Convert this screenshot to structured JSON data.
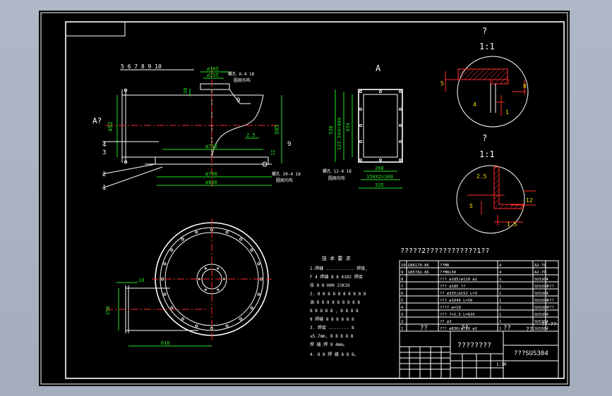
{
  "front_view": {
    "view_arrow": "A?",
    "balloons": "5  6  7  8  9  10",
    "b1": "1",
    "b2": "2",
    "b3": "3",
    "b4": "4",
    "b9": "9",
    "note_top": "螺孔 6-4 18",
    "note_top2": "圆周均布",
    "note_bottom": "螺孔 20-4 18",
    "note_bottom2": "圆周均布",
    "dims": {
      "height_left": "452",
      "height_right": "505",
      "d750": "ø750",
      "d790": "ø790",
      "d830": "ø830",
      "d185": "ø185",
      "d155": "ø155",
      "h50": "50",
      "t25": "2.5",
      "h12": "12"
    }
  },
  "view_a": {
    "title": "A",
    "note": "螺孔 12-4 18",
    "note2": "圆周均布",
    "dims": {
      "h530": "530",
      "h1235": "123.5X4=494",
      "h434": "434",
      "w260": "260",
      "w300": "150X2=300",
      "w335": "335"
    }
  },
  "detail1": {
    "label": "?",
    "scale": "1:1",
    "d5": "5",
    "d8": "8",
    "d4": "4",
    "d1": "1"
  },
  "detail2": {
    "label": "?",
    "scale": "1:1",
    "d25": "2.5",
    "d5": "5",
    "d12": "12",
    "d15": "1.5"
  },
  "top_view": {
    "d250": "250",
    "d610": "610",
    "d10": "10"
  },
  "notes": {
    "title": "技 术 要 求",
    "lines": [
      "1.焊缝 ........... 焊接,",
      "F 4 焊缝 8 8 4102 焊接",
      "技 8 8 H00 21K10",
      "2. 8 8 8 8 8 8 8 8 8 8",
      "油 8 8 8 8 8 8 8 8 8",
      "8 8 8 8 8 , 8 8 8 8",
      "8 焊缝 8 8 8 8 8 8",
      "3. 焊接 ........ 8",
      "≤5.7mm, 8 8 8 8 8",
      "焊 缝 焊 8 4mm。",
      "4. 8 8 焊 缝 8 8 8。"
    ]
  },
  "parts_list": {
    "heading": "?????2????????????1??",
    "rows": [
      [
        "10",
        "GB6170-86",
        "??M8",
        "4",
        "A2-70",
        ""
      ],
      [
        "9",
        "GB5782-86",
        "??M8x30",
        "4",
        "A2-70",
        ""
      ],
      [
        "8",
        "",
        "??? ø185/ø110 ø2",
        "1",
        "SUS304",
        ""
      ],
      [
        "7",
        "",
        "??? ø185 ??",
        "1",
        "SUS304",
        "???"
      ],
      [
        "6",
        "",
        "?? ø335/ø152 L=3",
        "1",
        "SUS304",
        ""
      ],
      [
        "5",
        "",
        "??? ø1040 L=50",
        "1",
        "SUS304",
        "???"
      ],
      [
        "4",
        "",
        "???? ø=10",
        "1",
        "SUS304",
        "???"
      ],
      [
        "3",
        "",
        "??? ?=2.5 L=635",
        "1",
        "SUS304",
        ""
      ],
      [
        "2",
        "",
        "?? ø3",
        "1",
        "SUS304",
        ""
      ],
      [
        "1",
        "",
        "??? ø830/ø750 ø2",
        "1",
        "SUS304",
        ""
      ]
    ]
  },
  "title_block": {
    "drawing_name": "????????",
    "material": "???SUS304",
    "scale": "1:10",
    "mark": "??",
    "q1": "??",
    "q2": "??",
    "q3": "??",
    "q4": "?? ??"
  }
}
